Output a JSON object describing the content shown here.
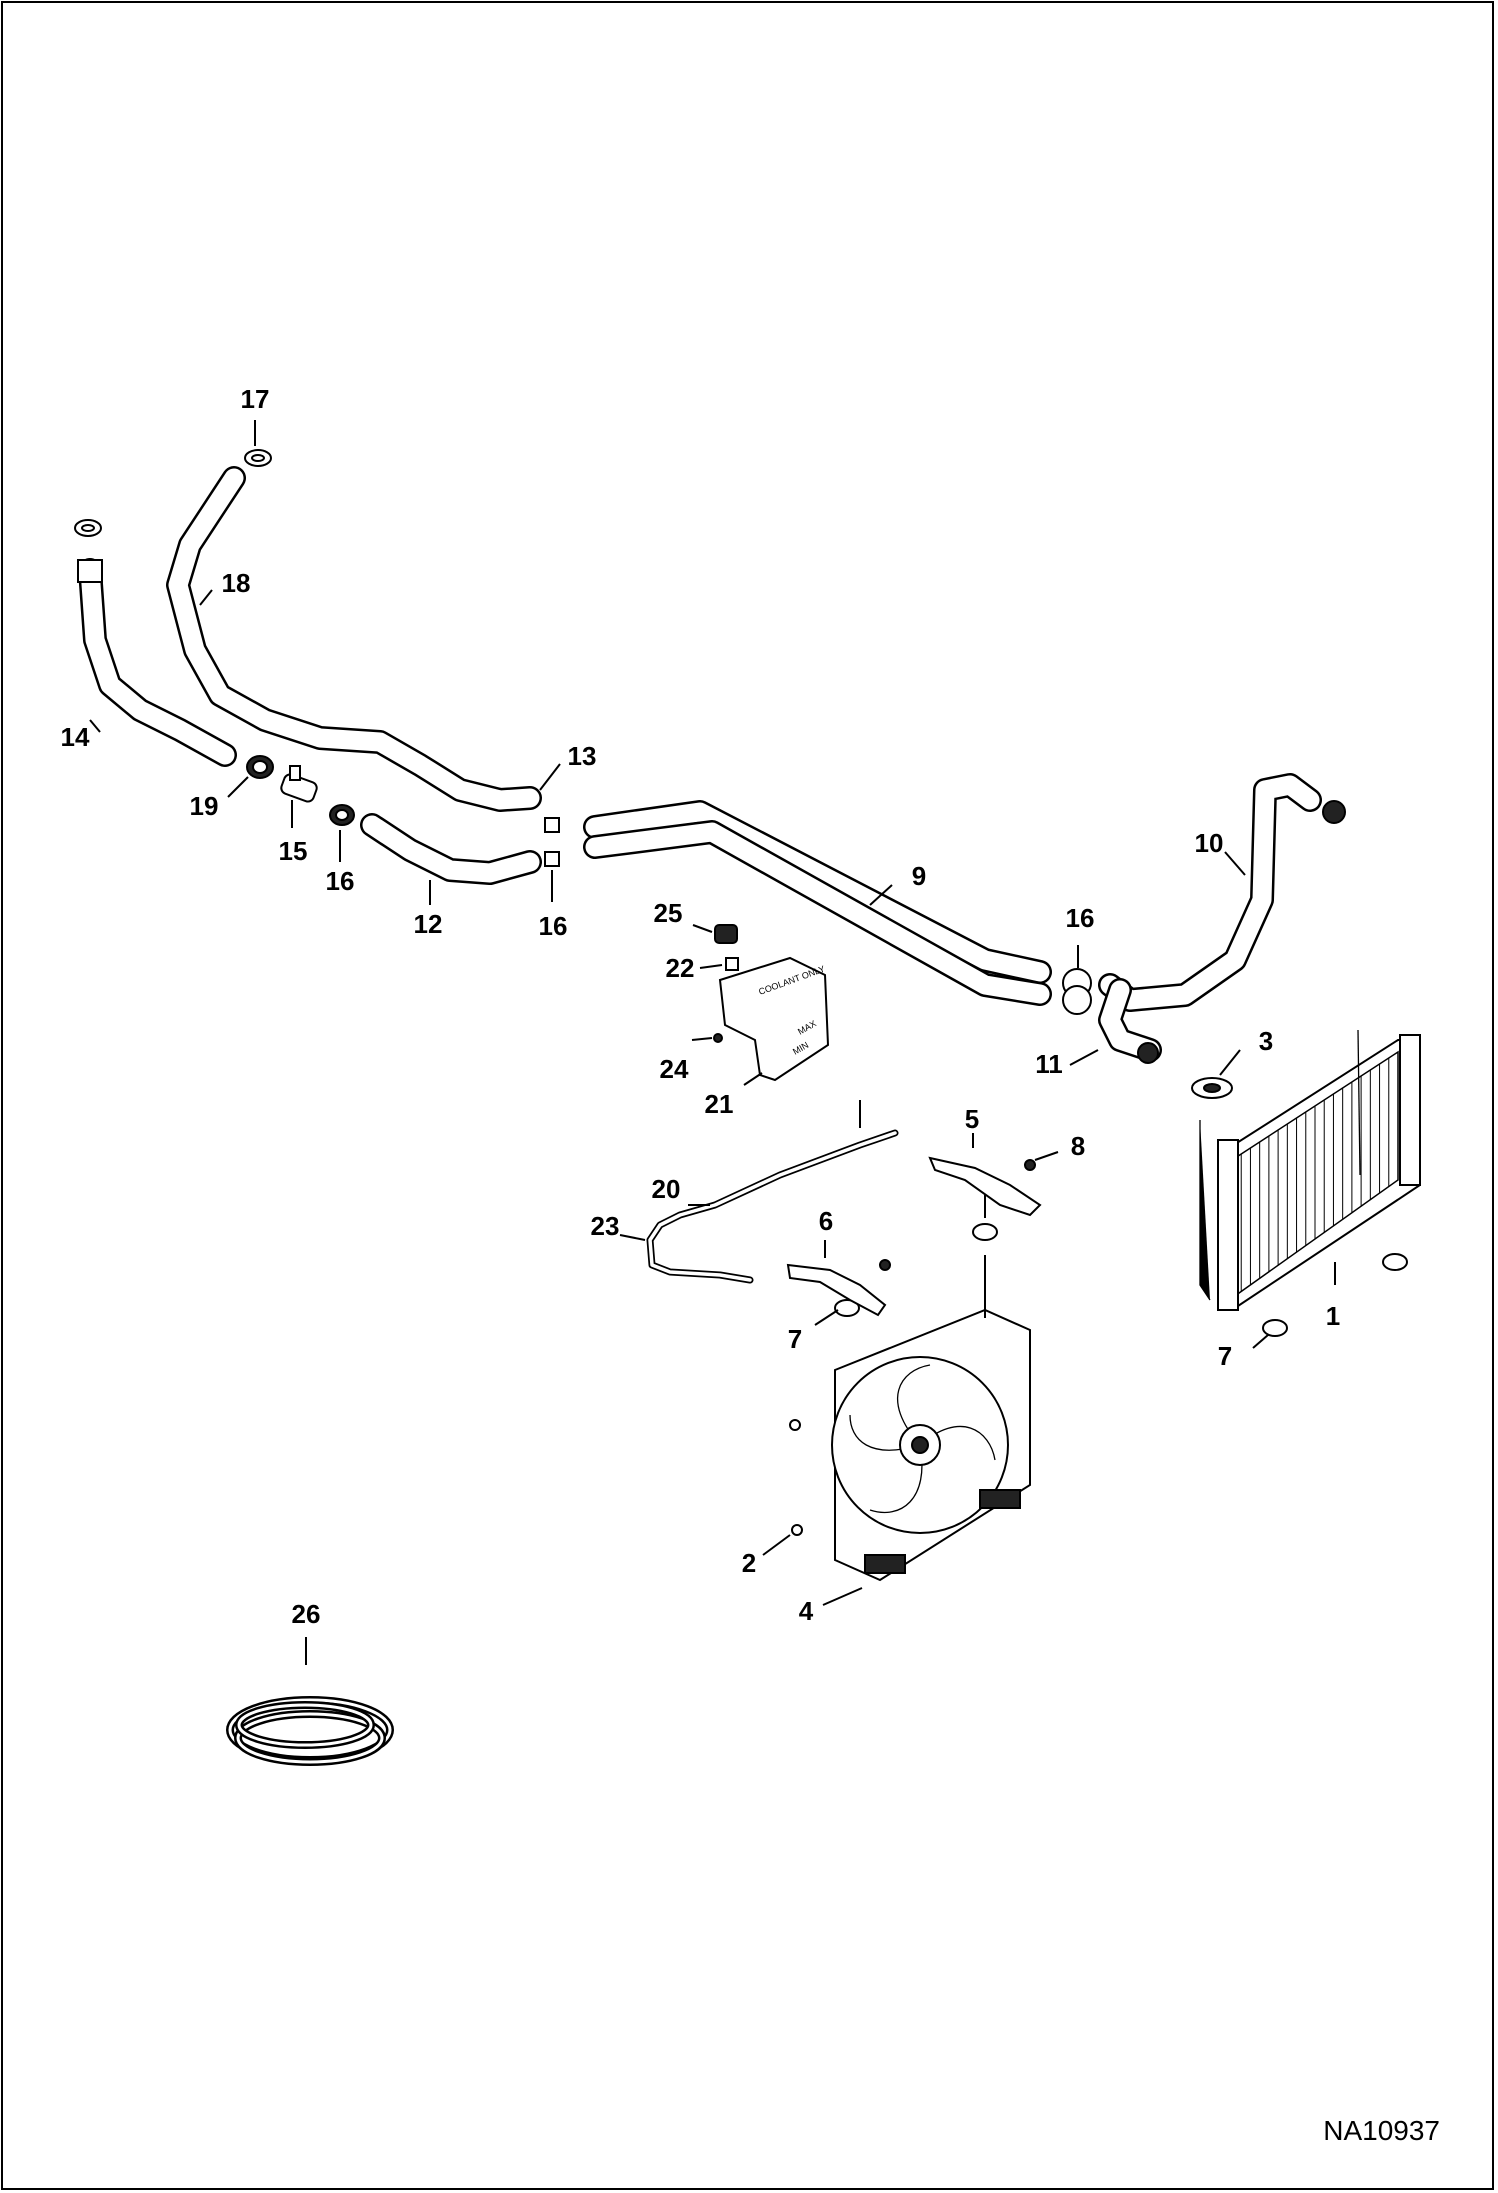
{
  "drawing_id": "NA10937",
  "callouts": [
    {
      "id": "1",
      "text": "1"
    },
    {
      "id": "2",
      "text": "2"
    },
    {
      "id": "3",
      "text": "3"
    },
    {
      "id": "4",
      "text": "4"
    },
    {
      "id": "5",
      "text": "5"
    },
    {
      "id": "6",
      "text": "6"
    },
    {
      "id": "7a",
      "text": "7"
    },
    {
      "id": "7b",
      "text": "7"
    },
    {
      "id": "8",
      "text": "8"
    },
    {
      "id": "9",
      "text": "9"
    },
    {
      "id": "10",
      "text": "10"
    },
    {
      "id": "11",
      "text": "11"
    },
    {
      "id": "12",
      "text": "12"
    },
    {
      "id": "13",
      "text": "13"
    },
    {
      "id": "14",
      "text": "14"
    },
    {
      "id": "15",
      "text": "15"
    },
    {
      "id": "16a",
      "text": "16"
    },
    {
      "id": "16b",
      "text": "16"
    },
    {
      "id": "16c",
      "text": "16"
    },
    {
      "id": "17",
      "text": "17"
    },
    {
      "id": "18",
      "text": "18"
    },
    {
      "id": "19",
      "text": "19"
    },
    {
      "id": "20",
      "text": "20"
    },
    {
      "id": "21",
      "text": "21"
    },
    {
      "id": "22",
      "text": "22"
    },
    {
      "id": "23",
      "text": "23"
    },
    {
      "id": "24",
      "text": "24"
    },
    {
      "id": "25",
      "text": "25"
    },
    {
      "id": "26",
      "text": "26"
    }
  ],
  "reservoir_labels": [
    "COOLANT ONLY",
    "MAX",
    "MIN"
  ]
}
